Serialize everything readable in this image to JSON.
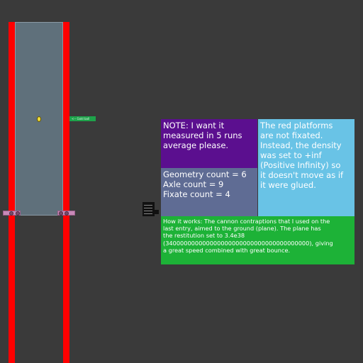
{
  "scene": {
    "gold_ball_tag": "<-- Gold ball",
    "colors": {
      "background": "#3a3a3a",
      "rail": "#ff0000",
      "chamber": "#5f707b",
      "platform": "#c889b8",
      "gold_ball": "#f2df3a"
    }
  },
  "notes": {
    "request": [
      "NOTE: I want it",
      "measured in 5 runs",
      "average please."
    ],
    "counts": [
      "Geometry count = 6",
      "Axle count = 9",
      "Fixate count = 4"
    ],
    "platforms": [
      "The red platforms",
      "are not fixated.",
      "Instead, the density",
      "was set to +inf",
      "(Positive Infinity) so",
      "it doesn't move as if",
      "it were glued."
    ],
    "how_it_works": [
      "How it works: The cannon contraptions that I used on the",
      "last entry, aimed to the ground (plane). The plane has",
      "the restitution set to 3.4e38",
      "(340000000000000000000000000000000000000), giving",
      "a great speed combined with great bounce."
    ],
    "colors": {
      "request": "#5b0f8f",
      "counts": "#5f6c94",
      "platforms": "#69c3e6",
      "how_it_works": "#1db237"
    }
  }
}
